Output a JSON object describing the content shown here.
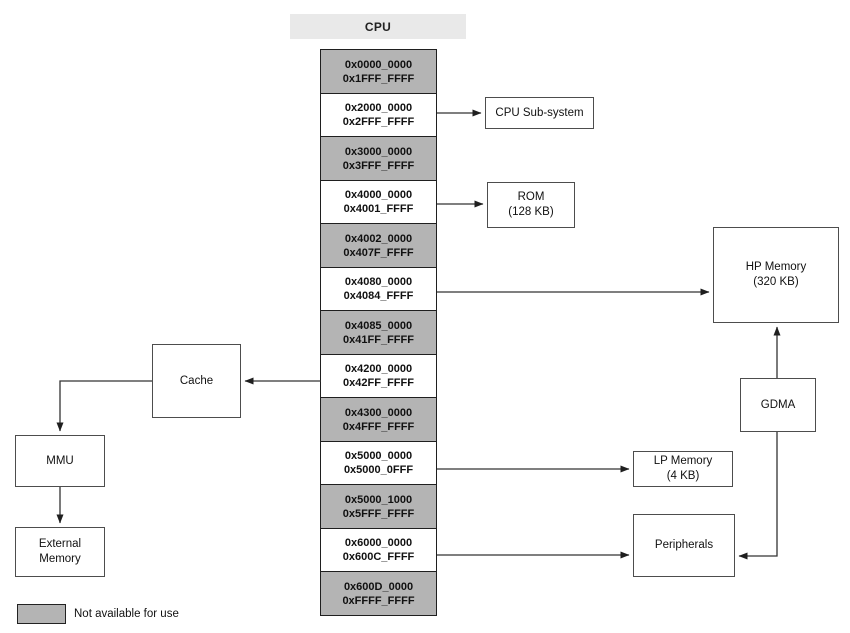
{
  "title": "CPU",
  "memory_map": {
    "regions": [
      {
        "start": "0x0000_0000",
        "end": "0x1FFF_FFFF",
        "available": false
      },
      {
        "start": "0x2000_0000",
        "end": "0x2FFF_FFFF",
        "available": true,
        "connects_to": "CPU Sub-system"
      },
      {
        "start": "0x3000_0000",
        "end": "0x3FFF_FFFF",
        "available": false
      },
      {
        "start": "0x4000_0000",
        "end": "0x4001_FFFF",
        "available": true,
        "connects_to": "ROM (128 KB)"
      },
      {
        "start": "0x4002_0000",
        "end": "0x407F_FFFF",
        "available": false
      },
      {
        "start": "0x4080_0000",
        "end": "0x4084_FFFF",
        "available": true,
        "connects_to": "HP Memory (320 KB)"
      },
      {
        "start": "0x4085_0000",
        "end": "0x41FF_FFFF",
        "available": false
      },
      {
        "start": "0x4200_0000",
        "end": "0x42FF_FFFF",
        "available": true,
        "connects_to": "Cache"
      },
      {
        "start": "0x4300_0000",
        "end": "0x4FFF_FFFF",
        "available": false
      },
      {
        "start": "0x5000_0000",
        "end": "0x5000_0FFF",
        "available": true,
        "connects_to": "LP Memory (4 KB)"
      },
      {
        "start": "0x5000_1000",
        "end": "0x5FFF_FFFF",
        "available": false
      },
      {
        "start": "0x6000_0000",
        "end": "0x600C_FFFF",
        "available": true,
        "connects_to": "Peripherals"
      },
      {
        "start": "0x600D_0000",
        "end": "0xFFFF_FFFF",
        "available": false
      }
    ]
  },
  "blocks": {
    "cpu_subsystem": {
      "label": "CPU Sub-system",
      "size": ""
    },
    "rom": {
      "label": "ROM",
      "size": "(128 KB)"
    },
    "hp_memory": {
      "label": "HP Memory",
      "size": "(320 KB)"
    },
    "gdma": {
      "label": "GDMA",
      "size": ""
    },
    "lp_memory": {
      "label": "LP Memory",
      "size": "(4 KB)"
    },
    "peripherals": {
      "label": "Peripherals",
      "size": ""
    },
    "cache": {
      "label": "Cache",
      "size": ""
    },
    "mmu": {
      "label": "MMU",
      "size": ""
    },
    "external_memory": {
      "label": "External Memory",
      "size": ""
    }
  },
  "legend": {
    "swatch_meaning": "Not available for use"
  },
  "colors": {
    "unavailable_fill": "#b4b4b4",
    "available_fill": "#ffffff",
    "header_fill": "#e9e9e9",
    "border": "#1f1f1f",
    "connector": "#333333"
  }
}
